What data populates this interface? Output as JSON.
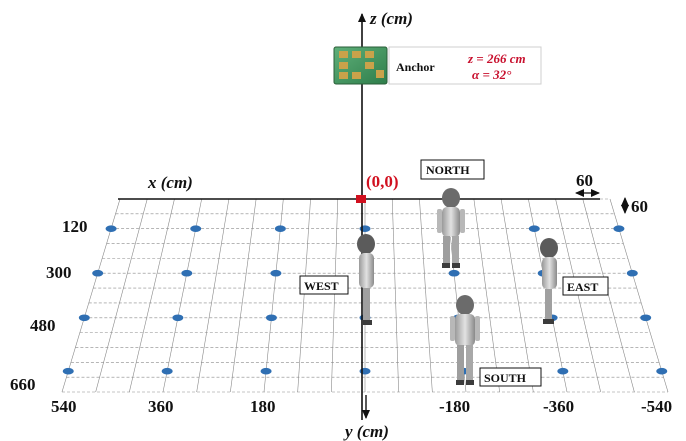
{
  "axes": {
    "z_label": "z (cm)",
    "x_label": "x (cm)",
    "y_label": "y (cm)"
  },
  "origin_label": "(0,0)",
  "anchor": {
    "name": "Anchor",
    "z_param": "z = 266 cm",
    "alpha_param": "α = 32°"
  },
  "directions": {
    "north": "NORTH",
    "south": "SOUTH",
    "east": "EAST",
    "west": "WEST"
  },
  "grid_spacing": {
    "x": "60",
    "y": "60"
  },
  "row_labels": [
    "120",
    "300",
    "480",
    "660"
  ],
  "col_labels": [
    "540",
    "360",
    "180",
    "-180",
    "-360",
    "-540"
  ],
  "colors": {
    "node": "#2f6fb3",
    "origin": "#d1101f",
    "grid": "#8a8a8a",
    "anchor_text": "#c8102e"
  },
  "icons": [
    "anchor-board-icon",
    "person-figure-icon"
  ]
}
